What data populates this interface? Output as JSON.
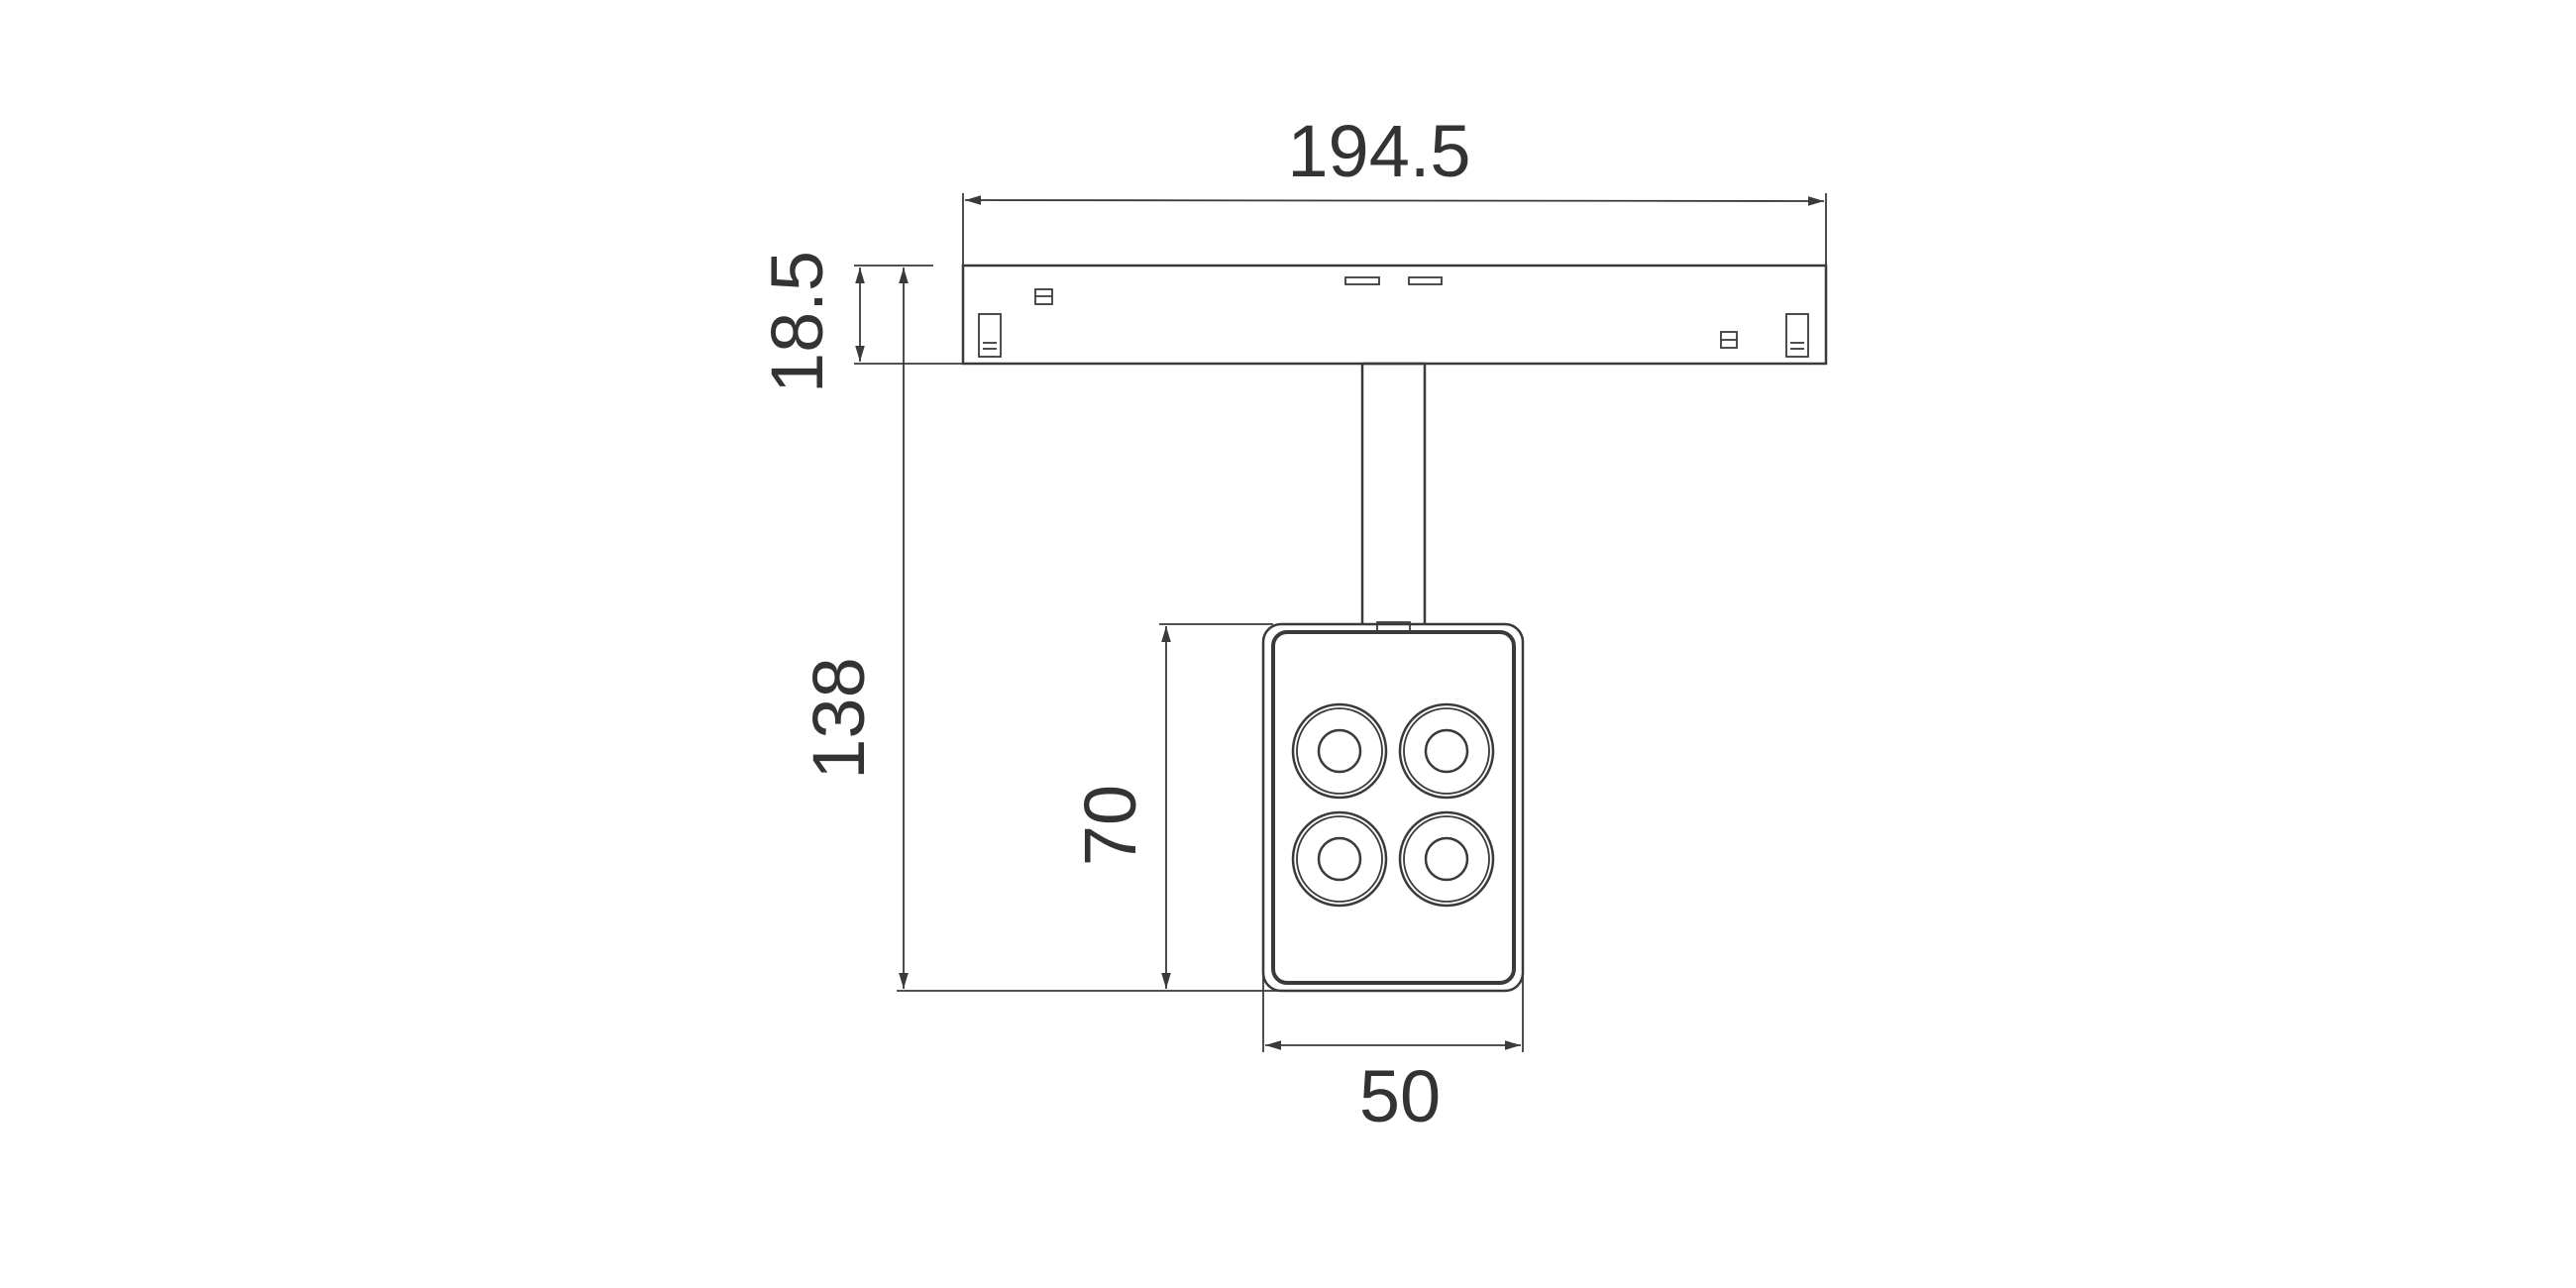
{
  "drawing": {
    "units": "mm",
    "dimensions": {
      "overall_width": "194.5",
      "track_height": "18.5",
      "overall_height": "138",
      "head_height": "70",
      "head_width": "50"
    },
    "lens_count": 4,
    "line_color": "#3a3a3a"
  }
}
